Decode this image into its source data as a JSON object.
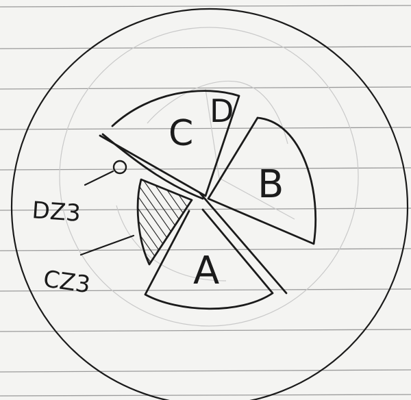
{
  "sketch": {
    "paper": {
      "background": "#f4f4f2",
      "rule_color": "#9a9a9a",
      "ink_color": "#1b1b1b",
      "ghost_ink_color": "#c9c9c9",
      "ruled_lines": 12
    },
    "sectors": [
      {
        "label": "A"
      },
      {
        "label": "B"
      },
      {
        "label": "C"
      },
      {
        "label": "D"
      }
    ],
    "callouts": {
      "small_circle_label": "0",
      "upper_label": "DZ3",
      "lower_label": "CZ3"
    },
    "hatched_region": "present"
  }
}
